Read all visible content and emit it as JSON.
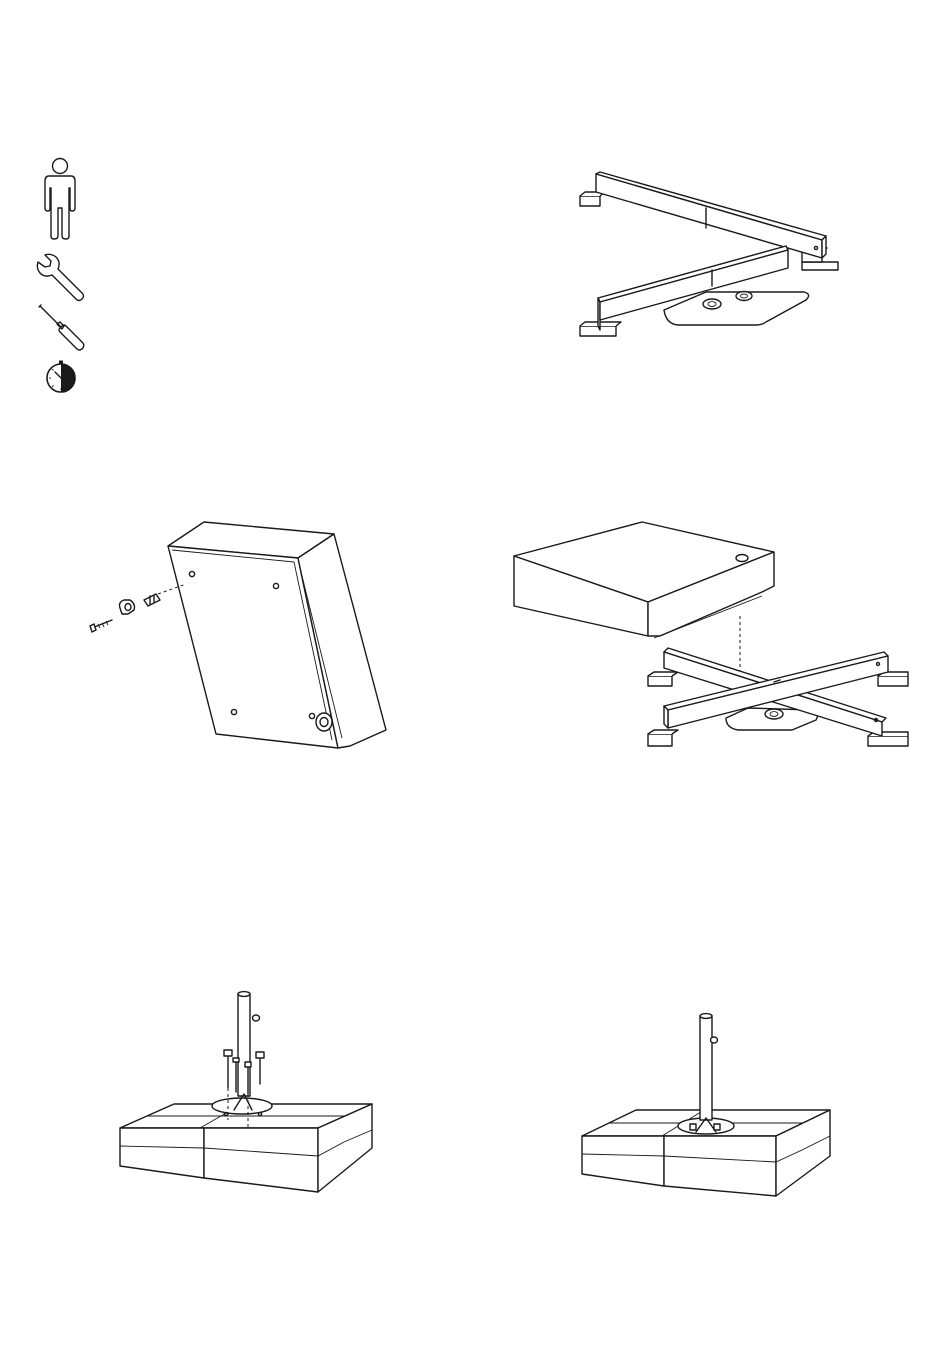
{
  "instructions_page": {
    "requirements": [
      {
        "icon": "person-icon",
        "meaning": "one person"
      },
      {
        "icon": "wrench-icon",
        "meaning": "wrench"
      },
      {
        "icon": "screwdriver-icon",
        "meaning": "screwdriver"
      },
      {
        "icon": "clock-icon",
        "meaning": "time"
      }
    ],
    "steps": [
      {
        "id": 1,
        "illustration": "base-frame-with-plate"
      },
      {
        "id": 2,
        "illustration": "weight-box-screw-fitting"
      },
      {
        "id": 3,
        "illustration": "weight-box-onto-cross-base"
      },
      {
        "id": 4,
        "illustration": "pole-bolted-to-base-plate"
      },
      {
        "id": 5,
        "illustration": "assembled-pole-on-base"
      }
    ],
    "colors": {
      "line": "#1a1a1a",
      "background": "#ffffff",
      "shade": "#e6e6e6"
    }
  }
}
